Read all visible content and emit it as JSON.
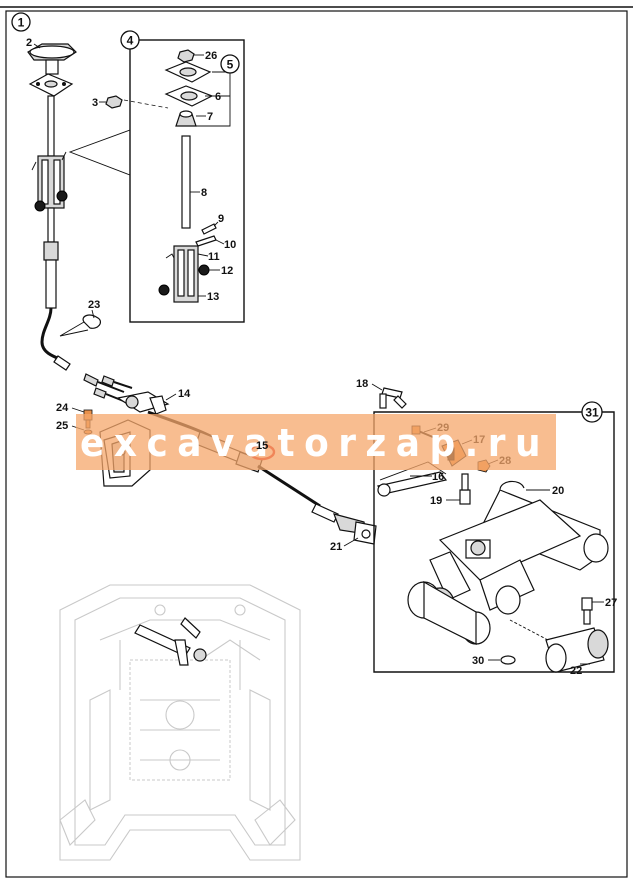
{
  "figure": {
    "main_callout": "1",
    "inset_callouts": {
      "upper": "4",
      "sub": "5",
      "lower": "31"
    }
  },
  "labels": {
    "p2": "2",
    "p3": "3",
    "p6": "6",
    "p7": "7",
    "p8": "8",
    "p9": "9",
    "p10": "10",
    "p11": "11",
    "p12": "12",
    "p13": "13",
    "p14": "14",
    "p15": "15",
    "p16": "16",
    "p17": "17",
    "p18": "18",
    "p19": "19",
    "p20": "20",
    "p21": "21",
    "p22": "22",
    "p23": "23",
    "p24": "24",
    "p25": "25",
    "p26": "26",
    "p27": "27",
    "p28": "28",
    "p29": "29",
    "p30": "30"
  },
  "watermark": {
    "text": "excavatorzap.ru",
    "band_color": "#f5a76b",
    "text_color": "#ffffff"
  },
  "colors": {
    "highlight_ring": "#e02020",
    "orange_parts": "#e8904a",
    "line": "#111111",
    "ghost": "#c9c9c9"
  }
}
